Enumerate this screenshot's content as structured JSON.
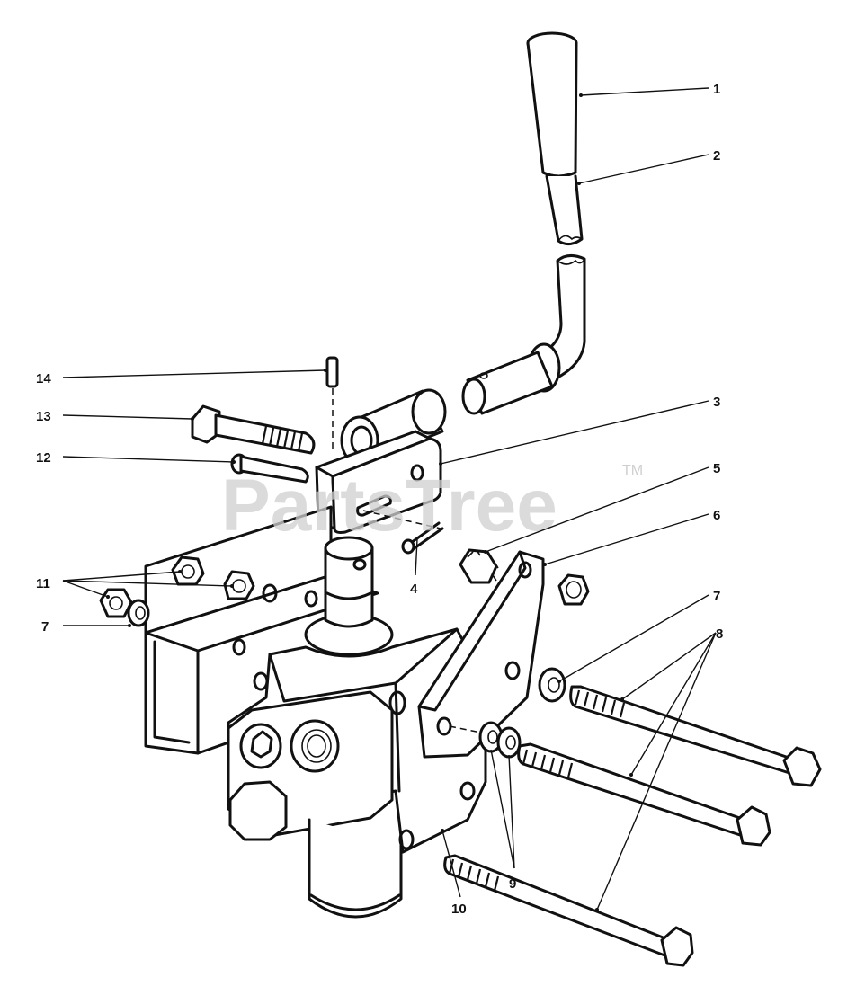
{
  "watermark": {
    "text": "PartsTree",
    "trademark": "TM"
  },
  "callouts": [
    {
      "id": "c1",
      "label": "1"
    },
    {
      "id": "c2",
      "label": "2"
    },
    {
      "id": "c3",
      "label": "3"
    },
    {
      "id": "c4",
      "label": "4"
    },
    {
      "id": "c5",
      "label": "5"
    },
    {
      "id": "c6",
      "label": "6"
    },
    {
      "id": "c7a",
      "label": "7"
    },
    {
      "id": "c7b",
      "label": "7"
    },
    {
      "id": "c8",
      "label": "8"
    },
    {
      "id": "c9",
      "label": "9"
    },
    {
      "id": "c10",
      "label": "10"
    },
    {
      "id": "c11",
      "label": "11"
    },
    {
      "id": "c12",
      "label": "12"
    },
    {
      "id": "c13",
      "label": "13"
    },
    {
      "id": "c14",
      "label": "14"
    }
  ]
}
